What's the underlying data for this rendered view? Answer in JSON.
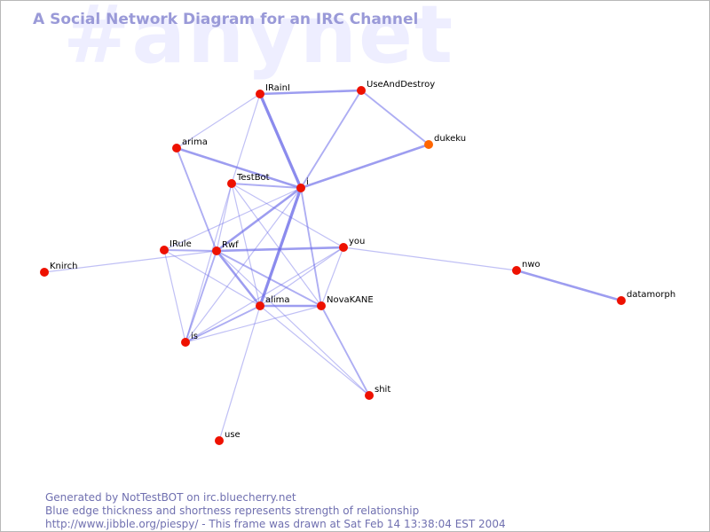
{
  "header": {
    "watermark": "#anynet",
    "title": "A Social Network Diagram for an IRC Channel"
  },
  "footer": {
    "line1": "Generated by NotTestBOT on irc.bluecherry.net",
    "line2": "Blue edge thickness and shortness represents strength of relationship",
    "line3": "http://www.jibble.org/piespy/ - This frame was drawn at Sat Feb 14 13:38:04 EST 2004"
  },
  "colors": {
    "node": "#ee1100",
    "node_highlight": "#ff6600",
    "edge": "#6a6ae8"
  },
  "nodes": [
    {
      "id": "IRainI",
      "label": "IRainI"
    },
    {
      "id": "UseAndDestroy",
      "label": "UseAndDestroy"
    },
    {
      "id": "dukeku",
      "label": "dukeku",
      "highlight": true
    },
    {
      "id": "arima",
      "label": "arima"
    },
    {
      "id": "TestBot",
      "label": "TestBot"
    },
    {
      "id": "i",
      "label": "i"
    },
    {
      "id": "IRule",
      "label": "IRule"
    },
    {
      "id": "Rwf",
      "label": "Rwf"
    },
    {
      "id": "you",
      "label": "you"
    },
    {
      "id": "Knirch",
      "label": "Knirch"
    },
    {
      "id": "nwo",
      "label": "nwo"
    },
    {
      "id": "datamorph",
      "label": "datamorph"
    },
    {
      "id": "alima",
      "label": "alima"
    },
    {
      "id": "NovaKANE",
      "label": "NovaKANE"
    },
    {
      "id": "is",
      "label": "is"
    },
    {
      "id": "shit",
      "label": "shit"
    },
    {
      "id": "use",
      "label": "use"
    }
  ],
  "edges": [
    {
      "source": "IRainI",
      "target": "UseAndDestroy",
      "weight": 3
    },
    {
      "source": "UseAndDestroy",
      "target": "dukeku",
      "weight": 2
    },
    {
      "source": "IRainI",
      "target": "i",
      "weight": 4
    },
    {
      "source": "UseAndDestroy",
      "target": "i",
      "weight": 2
    },
    {
      "source": "dukeku",
      "target": "i",
      "weight": 3
    },
    {
      "source": "IRainI",
      "target": "arima",
      "weight": 1
    },
    {
      "source": "IRainI",
      "target": "TestBot",
      "weight": 1
    },
    {
      "source": "arima",
      "target": "i",
      "weight": 3
    },
    {
      "source": "TestBot",
      "target": "i",
      "weight": 2
    },
    {
      "source": "arima",
      "target": "Rwf",
      "weight": 2
    },
    {
      "source": "i",
      "target": "alima",
      "weight": 4
    },
    {
      "source": "i",
      "target": "NovaKANE",
      "weight": 2
    },
    {
      "source": "i",
      "target": "Rwf",
      "weight": 3
    },
    {
      "source": "i",
      "target": "IRule",
      "weight": 1
    },
    {
      "source": "i",
      "target": "is",
      "weight": 1
    },
    {
      "source": "TestBot",
      "target": "you",
      "weight": 1
    },
    {
      "source": "TestBot",
      "target": "NovaKANE",
      "weight": 1
    },
    {
      "source": "TestBot",
      "target": "Rwf",
      "weight": 1
    },
    {
      "source": "TestBot",
      "target": "alima",
      "weight": 1
    },
    {
      "source": "TestBot",
      "target": "is",
      "weight": 1
    },
    {
      "source": "Rwf",
      "target": "you",
      "weight": 3
    },
    {
      "source": "Rwf",
      "target": "NovaKANE",
      "weight": 2
    },
    {
      "source": "Rwf",
      "target": "alima",
      "weight": 3
    },
    {
      "source": "Rwf",
      "target": "is",
      "weight": 2
    },
    {
      "source": "Rwf",
      "target": "IRule",
      "weight": 2
    },
    {
      "source": "Rwf",
      "target": "Knirch",
      "weight": 1
    },
    {
      "source": "Rwf",
      "target": "shit",
      "weight": 1
    },
    {
      "source": "IRule",
      "target": "is",
      "weight": 1
    },
    {
      "source": "IRule",
      "target": "alima",
      "weight": 1
    },
    {
      "source": "alima",
      "target": "NovaKANE",
      "weight": 3
    },
    {
      "source": "alima",
      "target": "you",
      "weight": 1
    },
    {
      "source": "alima",
      "target": "is",
      "weight": 2
    },
    {
      "source": "alima",
      "target": "use",
      "weight": 1
    },
    {
      "source": "alima",
      "target": "shit",
      "weight": 1
    },
    {
      "source": "NovaKANE",
      "target": "you",
      "weight": 1
    },
    {
      "source": "NovaKANE",
      "target": "shit",
      "weight": 2
    },
    {
      "source": "NovaKANE",
      "target": "is",
      "weight": 1
    },
    {
      "source": "is",
      "target": "you",
      "weight": 1
    },
    {
      "source": "you",
      "target": "nwo",
      "weight": 1
    },
    {
      "source": "nwo",
      "target": "datamorph",
      "weight": 3
    }
  ]
}
